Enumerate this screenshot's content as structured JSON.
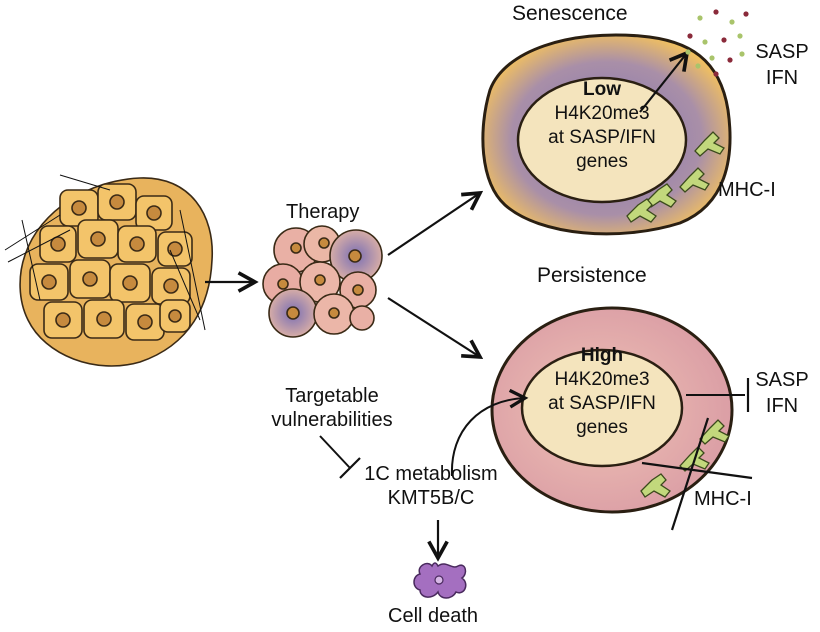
{
  "labels": {
    "therapy": "Therapy",
    "senescence": "Senescence",
    "persistence": "Persistence",
    "targetable": [
      "Targetable",
      "vulnerabilities"
    ],
    "metabolism": [
      "1C metabolism",
      "KMT5B/C"
    ],
    "cell_death": "Cell death"
  },
  "senescence_cell": {
    "level": "Low",
    "lines": [
      "H4K20me3",
      "at SASP/IFN",
      "genes"
    ],
    "outputs": [
      "SASP",
      "IFN"
    ],
    "receptor_label": "MHC-I"
  },
  "persistence_cell": {
    "level": "High",
    "lines": [
      "H4K20me3",
      "at SASP/IFN",
      "genes"
    ],
    "outputs": [
      "SASP",
      "IFN"
    ],
    "receptor_label": "MHC-I"
  },
  "colors": {
    "cell_yellow": "#f3c46a",
    "nucleus_yellow": "#c68a3e",
    "senescent_purple": "#8d7fb6",
    "persistent_pink": "#e3a9a6",
    "nucleus_cream": "#f4e4bd",
    "receptor_green": "#c2d87c",
    "dot_green": "#a9c46b",
    "dot_red": "#8a2a3a",
    "death_purple": "#a46fc0"
  }
}
